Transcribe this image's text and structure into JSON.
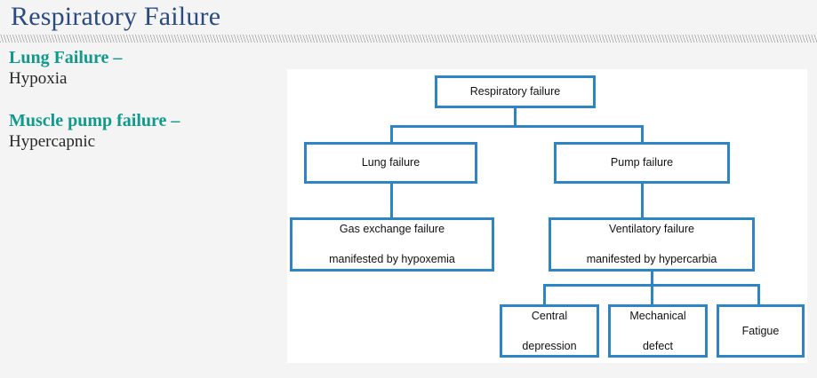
{
  "slide": {
    "title": "Respiratory Failure",
    "background_color": "#f4f4f4",
    "title_color": "#2a4a80",
    "accent_color": "#119a8c",
    "box_border_color": "#2d86c3"
  },
  "bullets": [
    {
      "heading": "Lung Failure –",
      "detail": "Hypoxia"
    },
    {
      "heading": "Muscle pump failure –",
      "detail": "Hypercapnic"
    }
  ],
  "diagram": {
    "type": "flowchart",
    "root": "Respiratory failure",
    "nodes": [
      {
        "id": "root",
        "label": "Respiratory failure"
      },
      {
        "id": "lung",
        "label": "Lung failure"
      },
      {
        "id": "pump",
        "label": "Pump failure"
      },
      {
        "id": "gas",
        "label_line1": "Gas exchange failure",
        "label_line2": "manifested by hypoxemia"
      },
      {
        "id": "vent",
        "label_line1": "Ventilatory failure",
        "label_line2": "manifested by hypercarbia"
      },
      {
        "id": "central",
        "label_line1": "Central",
        "label_line2": "depression"
      },
      {
        "id": "mechanical",
        "label_line1": "Mechanical",
        "label_line2": "defect"
      },
      {
        "id": "fatigue",
        "label": "Fatigue"
      }
    ],
    "edges": [
      {
        "from": "root",
        "to": "lung"
      },
      {
        "from": "root",
        "to": "pump"
      },
      {
        "from": "lung",
        "to": "gas"
      },
      {
        "from": "pump",
        "to": "vent"
      },
      {
        "from": "vent",
        "to": "central"
      },
      {
        "from": "vent",
        "to": "mechanical"
      },
      {
        "from": "vent",
        "to": "fatigue"
      }
    ]
  }
}
